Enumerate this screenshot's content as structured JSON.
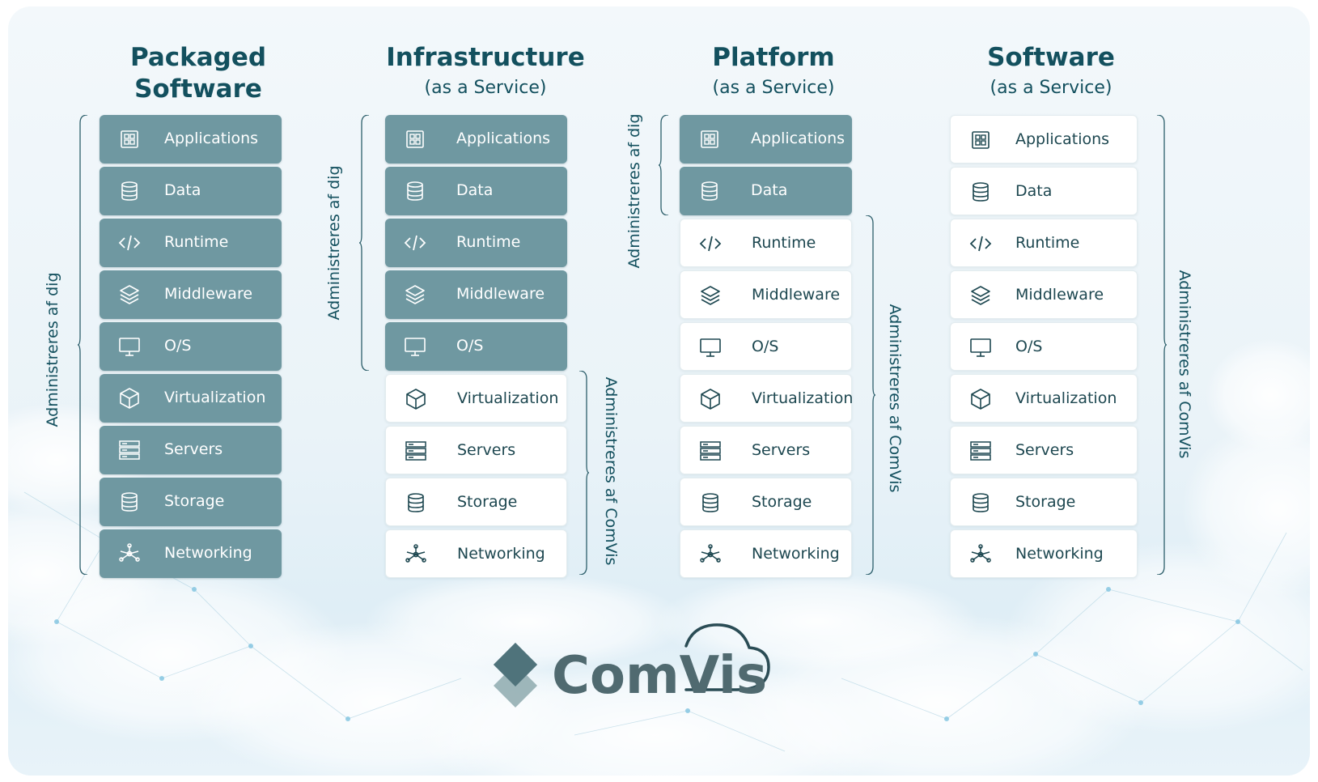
{
  "columns": [
    {
      "title": [
        "Packaged",
        "Software"
      ],
      "subtitle": ""
    },
    {
      "title": [
        "Infrastructure"
      ],
      "subtitle": "(as a Service)"
    },
    {
      "title": [
        "Platform"
      ],
      "subtitle": "(as a Service)"
    },
    {
      "title": [
        "Software"
      ],
      "subtitle": "(as a Service)"
    }
  ],
  "layers": [
    {
      "label": "Applications",
      "icon": "apps-grid-icon"
    },
    {
      "label": "Data",
      "icon": "database-icon"
    },
    {
      "label": "Runtime",
      "icon": "code-icon"
    },
    {
      "label": "Middleware",
      "icon": "layers-icon"
    },
    {
      "label": "O/S",
      "icon": "monitor-icon"
    },
    {
      "label": "Virtualization",
      "icon": "cube-icon"
    },
    {
      "label": "Servers",
      "icon": "server-icon"
    },
    {
      "label": "Storage",
      "icon": "storage-icon"
    },
    {
      "label": "Networking",
      "icon": "network-icon"
    }
  ],
  "managed_by_you_count": [
    9,
    5,
    2,
    0
  ],
  "labels": {
    "managed_by_you": "Administreres af dig",
    "managed_by_comvis": "Administreres af ComVis"
  },
  "colors": {
    "managed_by_you": "#6f98a1",
    "managed_by_comvis": "#ffffff",
    "title": "#13505e"
  },
  "logo": {
    "text": "ComVis"
  }
}
